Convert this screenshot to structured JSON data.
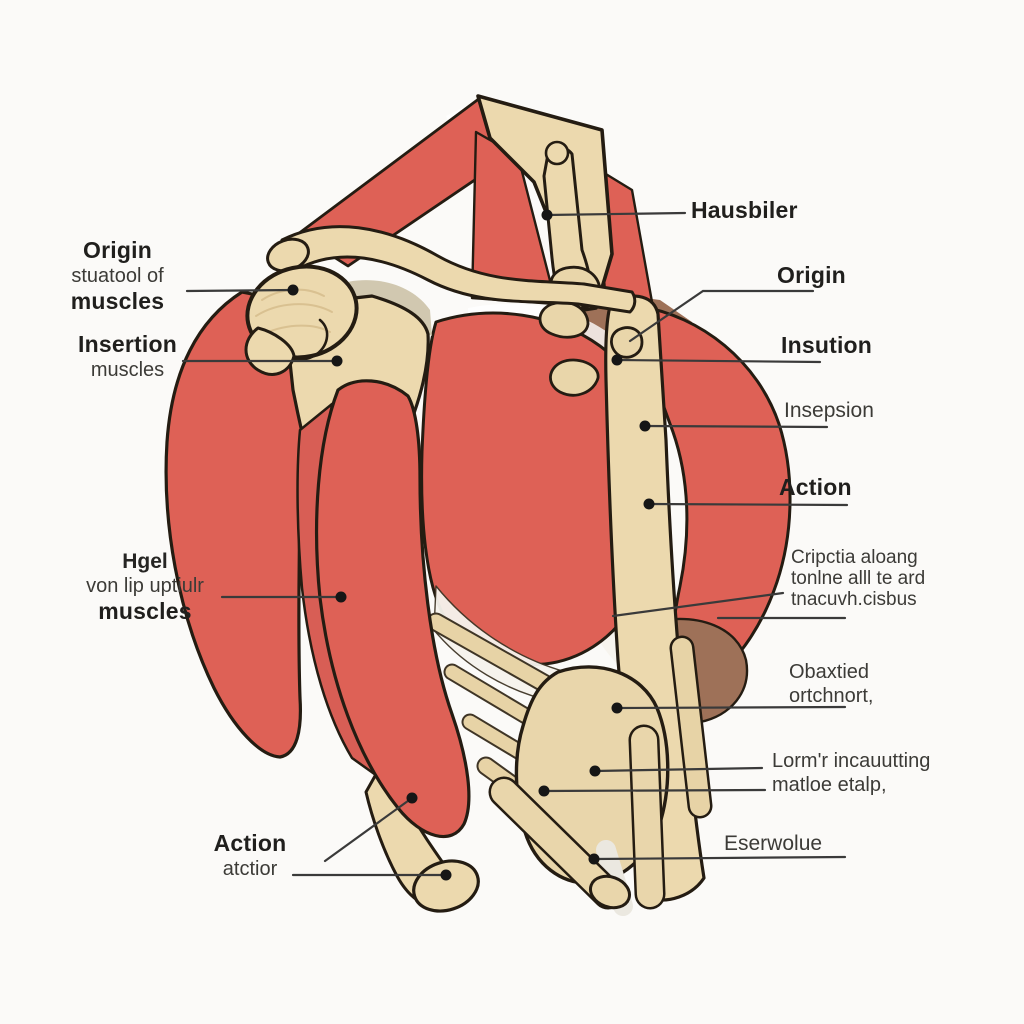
{
  "title": "Muscle origin-insertion anatomy diagram",
  "colors": {
    "background": "#fbfaf8",
    "muscle_red": "#de6156",
    "muscle_fiber": "#b8463e",
    "tendon_white": "#f7f4ef",
    "bone_tan": "#ecd9ae",
    "bone_speckle": "#d5b983",
    "outline_dark": "#241c12",
    "cavity_brown": "#9e7158",
    "leader_line": "#3a3a3a",
    "label_dark": "#201f1d"
  },
  "labels": {
    "left": [
      {
        "lines": [
          {
            "text": "Origin"
          },
          {
            "text": "stuatool of"
          },
          {
            "text": "muscles"
          }
        ]
      },
      {
        "lines": [
          {
            "text": "Insertion"
          },
          {
            "text": "muscles"
          }
        ]
      },
      {
        "lines": [
          {
            "text": "Hgel"
          },
          {
            "text": "von lip uptiulr"
          },
          {
            "text": "muscles"
          }
        ]
      },
      {
        "lines": [
          {
            "text": "Action"
          },
          {
            "text": "atctior"
          }
        ]
      }
    ],
    "right": [
      {
        "lines": [
          {
            "text": "Hausbiler"
          }
        ]
      },
      {
        "lines": [
          {
            "text": "Origin"
          }
        ]
      },
      {
        "lines": [
          {
            "text": "Insution"
          }
        ]
      },
      {
        "lines": [
          {
            "text": "Insepsion"
          }
        ]
      },
      {
        "lines": [
          {
            "text": "Action"
          }
        ]
      },
      {
        "lines": [
          {
            "text": "Cripctia aloang"
          },
          {
            "text": "tonlne alll te ard"
          },
          {
            "text": "tnacuvh.cisbus"
          }
        ]
      },
      {
        "lines": [
          {
            "text": "Obaxtied"
          },
          {
            "text": "ortchnort,"
          }
        ]
      },
      {
        "lines": [
          {
            "text": "Lorm'r incauutting"
          },
          {
            "text": "matloe etalp,"
          }
        ]
      },
      {
        "lines": [
          {
            "text": "Eserwolue"
          }
        ]
      }
    ]
  }
}
